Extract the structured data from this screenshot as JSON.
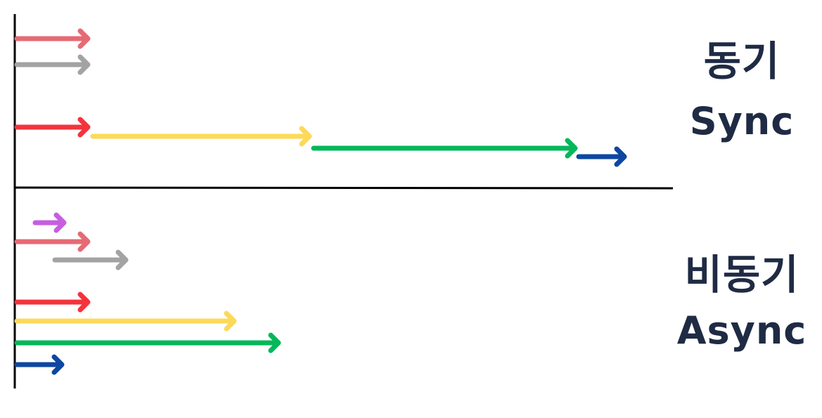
{
  "colors": {
    "pink": "#e66a74",
    "gray": "#a3a3a3",
    "red": "#f4333c",
    "yellow": "#fcd95a",
    "green": "#04b75a",
    "blue": "#0d47a1",
    "purple": "#c65ee0",
    "axis": "#000000",
    "label": "#1f2b44"
  },
  "sync": {
    "label_ko": "동기",
    "label_en": "Sync"
  },
  "async": {
    "label_ko": "비동기",
    "label_en": "Async"
  }
}
